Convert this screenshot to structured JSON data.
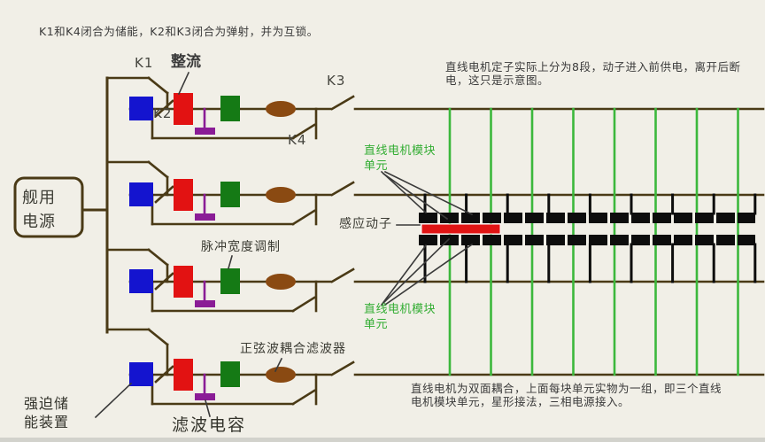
{
  "notes": {
    "top": "K1和K4闭合为储能，K2和K3闭合为弹射，并为互锁。",
    "stator": "直线电机定子实际上分为8段，动子进入前供电，离开后断电，这只是示意图。",
    "bottom": "直线电机为双面耦合，上面每块单元实物为一组，即三个直线电机模块单元，星形接法，三相电源接入。"
  },
  "switch_labels": {
    "k1": "K1",
    "k2": "K2",
    "k3": "K3",
    "k4": "K4"
  },
  "component_labels": {
    "rectifier": "整流",
    "pwm": "脉冲宽度调制",
    "sine_filter": "正弦波耦合滤波器",
    "filter_capacitor": "滤波电容",
    "forced_storage": "强迫储能装置",
    "power_source": "舰用电源",
    "motor_module_unit": "直线电机模块单元",
    "mover": "感应动子"
  },
  "diagram": {
    "circuit_rows": 4,
    "stator_segment_count": 8,
    "feed_line_count": 8,
    "stator_tap_count": 9,
    "colors": {
      "background": "#f1efe7",
      "wire": "#4a3a16",
      "storage_block": "#1414cf",
      "rectifier_block": "#e21212",
      "pwm_block": "#157a15",
      "filter_block": "#8a4a12",
      "capacitor": "#8a1c96",
      "mover_bar": "#e01414",
      "stator_bar": "#0d0d0d",
      "feed_line": "#3cb83c",
      "pointer": "#3a3a3a",
      "green_text": "#33ad33",
      "text": "#3a3a3a"
    }
  }
}
